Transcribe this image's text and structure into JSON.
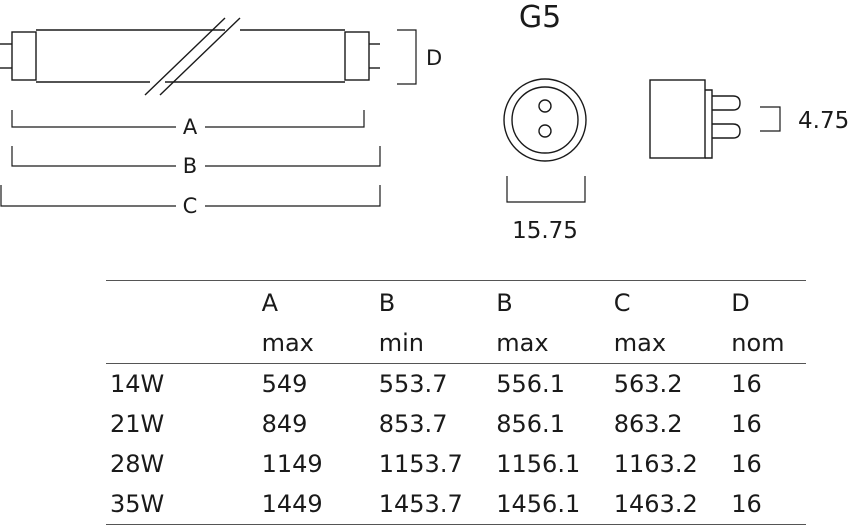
{
  "diagram": {
    "base_title": "G5",
    "dim_labels": {
      "A": "A",
      "B": "B",
      "C": "C",
      "D": "D",
      "base_diameter": "15.75",
      "pin_spacing": "4.75"
    }
  },
  "table": {
    "headers_top": [
      "",
      "A",
      "B",
      "B",
      "C",
      "D"
    ],
    "headers_bottom": [
      "",
      "max",
      "min",
      "max",
      "max",
      "nom"
    ],
    "rows": [
      [
        "14W",
        "549",
        "553.7",
        "556.1",
        "563.2",
        "16"
      ],
      [
        "21W",
        "849",
        "853.7",
        "856.1",
        "863.2",
        "16"
      ],
      [
        "28W",
        "1149",
        "1153.7",
        "1156.1",
        "1163.2",
        "16"
      ],
      [
        "35W",
        "1449",
        "1453.7",
        "1456.1",
        "1463.2",
        "16"
      ]
    ]
  }
}
